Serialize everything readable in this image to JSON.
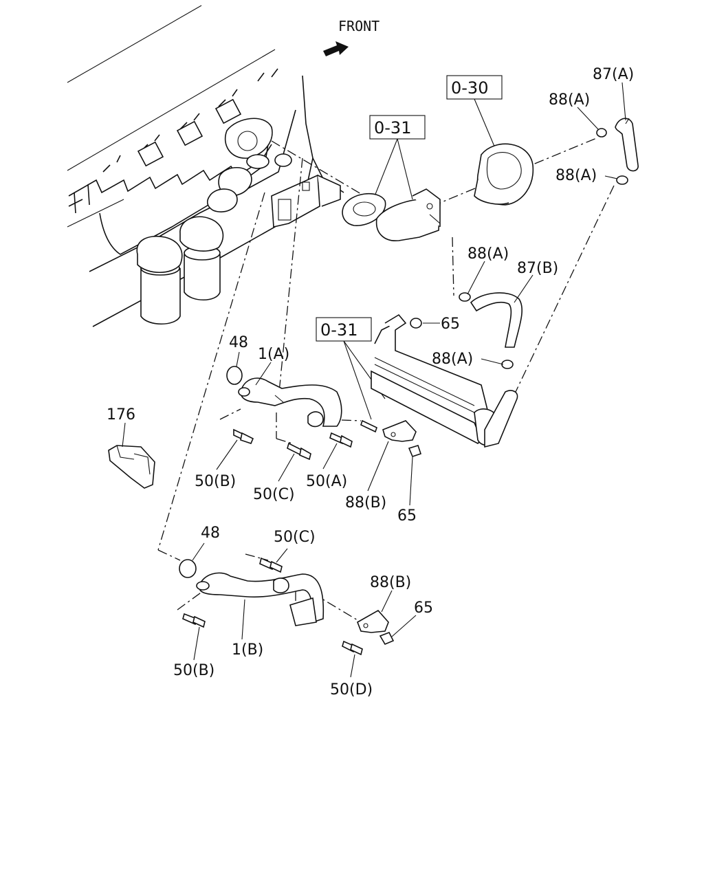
{
  "direction_label": "FRONT",
  "reference_boxes": [
    "0-30",
    "0-31",
    "0-31"
  ],
  "callouts": {
    "c87a_top": "87(A)",
    "c88a_top": "88(A)",
    "c88a_right": "88(A)",
    "c88a_mid": "88(A)",
    "c87b": "87(B)",
    "c65_top": "65",
    "c88a_lower": "88(A)",
    "c48_top": "48",
    "c1a": "1(A)",
    "c176": "176",
    "c50b_top": "50(B)",
    "c50c_top": "50(C)",
    "c50a": "50(A)",
    "c88b_top": "88(B)",
    "c65_mid": "65",
    "c48_bottom": "48",
    "c50c_bottom": "50(C)",
    "c88b_bottom": "88(B)",
    "c65_bottom": "65",
    "c1b": "1(B)",
    "c50b_bottom": "50(B)",
    "c50d": "50(D)"
  }
}
